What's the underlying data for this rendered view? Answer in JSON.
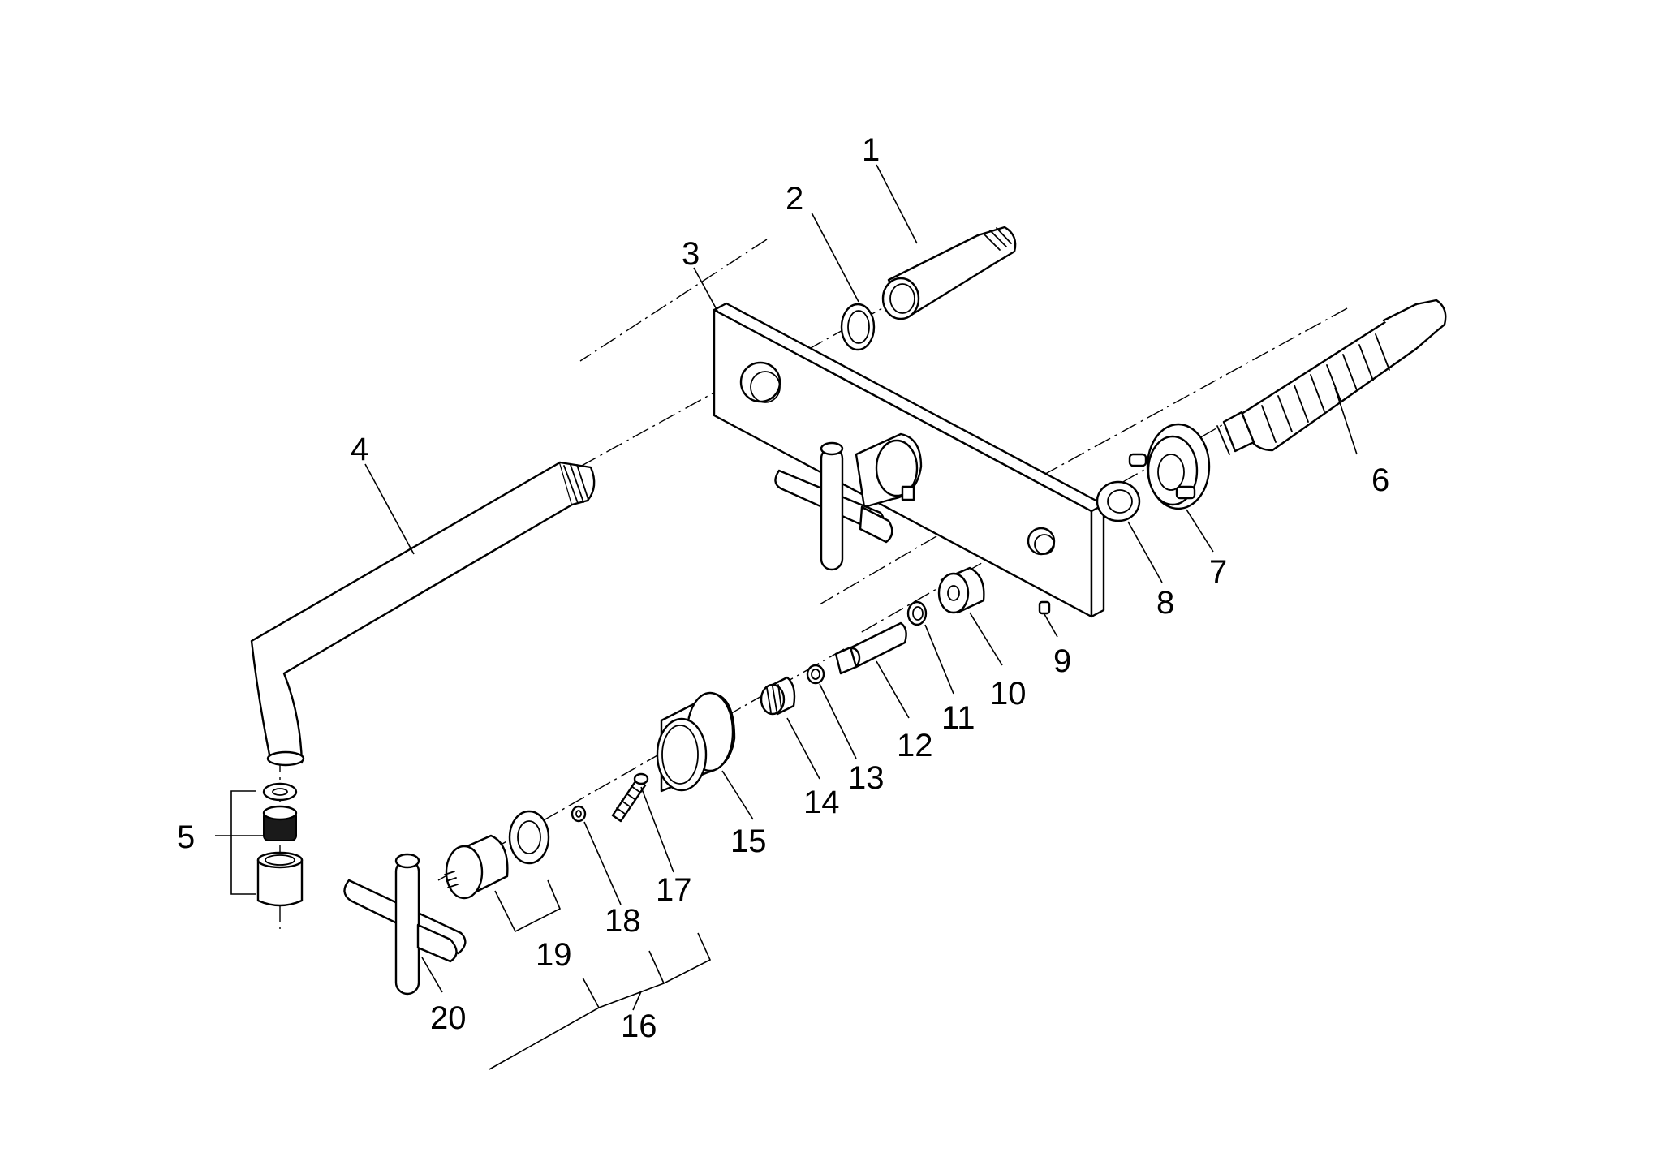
{
  "callouts": [
    {
      "label": "1"
    },
    {
      "label": "2"
    },
    {
      "label": "3"
    },
    {
      "label": "4"
    },
    {
      "label": "5"
    },
    {
      "label": "6"
    },
    {
      "label": "7"
    },
    {
      "label": "8"
    },
    {
      "label": "9"
    },
    {
      "label": "10"
    },
    {
      "label": "11"
    },
    {
      "label": "12"
    },
    {
      "label": "13"
    },
    {
      "label": "14"
    },
    {
      "label": "15"
    },
    {
      "label": "16"
    },
    {
      "label": "17"
    },
    {
      "label": "18"
    },
    {
      "label": "19"
    },
    {
      "label": "20"
    }
  ],
  "colors": {
    "line": "#000000",
    "background": "#ffffff"
  }
}
